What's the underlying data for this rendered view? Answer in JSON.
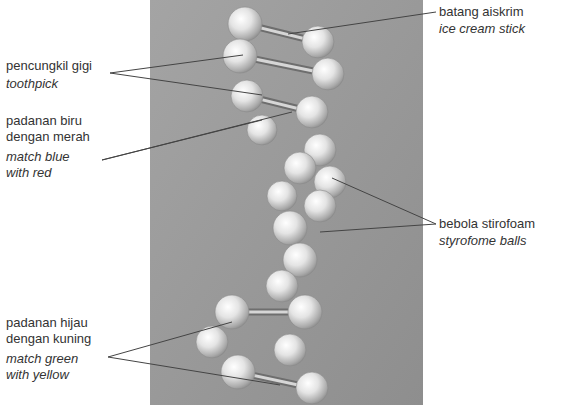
{
  "diagram": {
    "labels": [
      "batang aiskrim",
      "ice cream stick",
      "pencungkil gigi",
      "toothpick",
      "padanan biru dengan merah",
      "match blue with red",
      "bebola stirofoam",
      "styrofome balls",
      "padanan hijau dengan kuning",
      "match green with yellow"
    ]
  }
}
